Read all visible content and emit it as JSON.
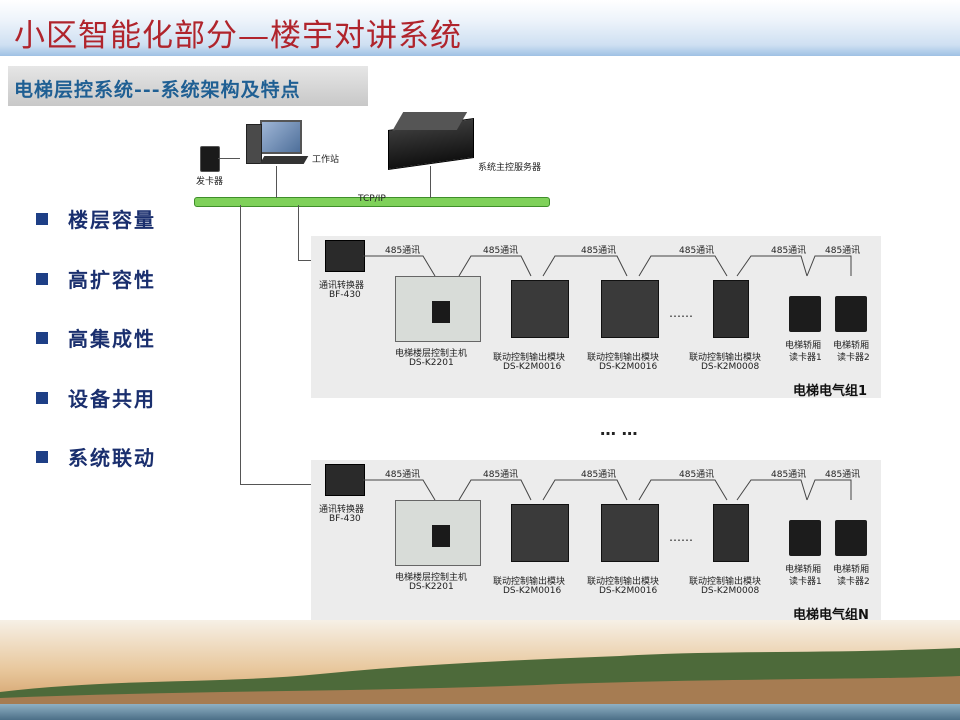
{
  "header": {
    "title": "小区智能化部分—楼宇对讲系统",
    "subtitle": "电梯层控系统---系统架构及特点"
  },
  "features": [
    {
      "label": "楼层容量"
    },
    {
      "label": "高扩容性"
    },
    {
      "label": "高集成性"
    },
    {
      "label": "设备共用"
    },
    {
      "label": "系统联动"
    }
  ],
  "diagram": {
    "top": {
      "card_issuer": "发卡器",
      "workstation": "工作站",
      "server": "系统主控服务器",
      "bus": "TCP/IP"
    },
    "groups": [
      {
        "name": "电梯电气组1",
        "converter": {
          "line1": "通讯转换器",
          "line2": "BF-430"
        },
        "comm_labels": [
          "485通讯",
          "485通讯",
          "485通讯",
          "485通讯",
          "485通讯",
          "485通讯"
        ],
        "modules": [
          {
            "line1": "电梯楼层控制主机",
            "line2": "DS-K2201"
          },
          {
            "line1": "联动控制输出模块",
            "line2": "DS-K2M0016"
          },
          {
            "line1": "联动控制输出模块",
            "line2": "DS-K2M0016"
          },
          {
            "line1": "联动控制输出模块",
            "line2": "DS-K2M0008"
          }
        ],
        "readers": [
          {
            "line1": "电梯轿厢",
            "line2": "读卡器1"
          },
          {
            "line1": "电梯轿厢",
            "line2": "读卡器2"
          }
        ],
        "ellipsis": "……"
      },
      {
        "name": "电梯电气组N",
        "converter": {
          "line1": "通讯转换器",
          "line2": "BF-430"
        },
        "comm_labels": [
          "485通讯",
          "485通讯",
          "485通讯",
          "485通讯",
          "485通讯",
          "485通讯"
        ],
        "modules": [
          {
            "line1": "电梯楼层控制主机",
            "line2": "DS-K2201"
          },
          {
            "line1": "联动控制输出模块",
            "line2": "DS-K2M0016"
          },
          {
            "line1": "联动控制输出模块",
            "line2": "DS-K2M0016"
          },
          {
            "line1": "联动控制输出模块",
            "line2": "DS-K2M0008"
          }
        ],
        "readers": [
          {
            "line1": "电梯轿厢",
            "line2": "读卡器1"
          },
          {
            "line1": "电梯轿厢",
            "line2": "读卡器2"
          }
        ],
        "ellipsis": "……"
      }
    ],
    "middle_ellipsis": "… …"
  },
  "colors": {
    "title": "#b0242c",
    "subtitle": "#1f5f93",
    "bullet": "#1e3f86",
    "bus": "#7fd15a"
  }
}
